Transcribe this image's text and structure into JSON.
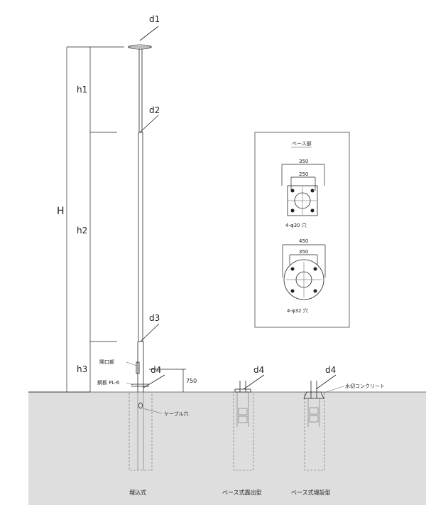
{
  "pole": {
    "H": "H",
    "h1": "h1",
    "h2": "h2",
    "h3": "h3",
    "d1": "d1",
    "d2": "d2",
    "d3": "d3",
    "d4": "d4",
    "d4_exposed": "d4",
    "d4_embedded": "d4",
    "opening": "開口部",
    "plate": "鋼板 PL-6",
    "dim_750": "750",
    "cable_hole": "ケーブル穴",
    "water_cut": "水切コンクリート"
  },
  "types": {
    "buried": "埋込式",
    "base_exposed": "ベース式露出型",
    "base_embedded": "ベース式埋設型"
  },
  "base_detail": {
    "title": "ベース部",
    "square": {
      "outer": "350",
      "inner": "250",
      "holes": "4-φ30 穴"
    },
    "round": {
      "outer": "450",
      "inner": "350",
      "holes": "4-φ32 穴"
    }
  },
  "colors": {
    "ground": "#dedede",
    "line": "#222222"
  }
}
